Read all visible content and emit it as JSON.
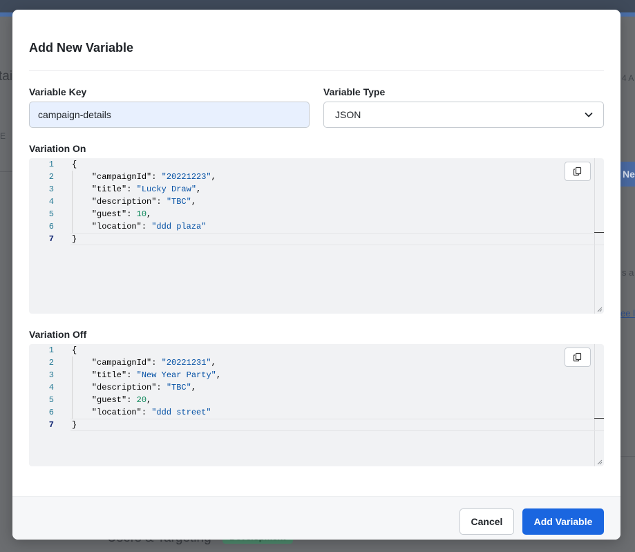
{
  "modal": {
    "title": "Add New Variable",
    "variable_key": {
      "label": "Variable Key",
      "value": "campaign-details"
    },
    "variable_type": {
      "label": "Variable Type",
      "value": "JSON"
    },
    "variation_on": {
      "label": "Variation On",
      "line_numbers": [
        "1",
        "2",
        "3",
        "4",
        "5",
        "6",
        "7"
      ],
      "lines": [
        [
          {
            "t": "p",
            "v": "{"
          }
        ],
        [
          {
            "t": "k",
            "v": "    \"campaignId\": "
          },
          {
            "t": "s",
            "v": "\"20221223\""
          },
          {
            "t": "p",
            "v": ","
          }
        ],
        [
          {
            "t": "k",
            "v": "    \"title\": "
          },
          {
            "t": "s",
            "v": "\"Lucky Draw\""
          },
          {
            "t": "p",
            "v": ","
          }
        ],
        [
          {
            "t": "k",
            "v": "    \"description\": "
          },
          {
            "t": "s",
            "v": "\"TBC\""
          },
          {
            "t": "p",
            "v": ","
          }
        ],
        [
          {
            "t": "k",
            "v": "    \"guest\": "
          },
          {
            "t": "n",
            "v": "10"
          },
          {
            "t": "p",
            "v": ","
          }
        ],
        [
          {
            "t": "k",
            "v": "    \"location\": "
          },
          {
            "t": "s",
            "v": "\"ddd plaza\""
          }
        ],
        [
          {
            "t": "p",
            "v": "}"
          }
        ]
      ]
    },
    "variation_off": {
      "label": "Variation Off",
      "line_numbers": [
        "1",
        "2",
        "3",
        "4",
        "5",
        "6",
        "7"
      ],
      "lines": [
        [
          {
            "t": "p",
            "v": "{"
          }
        ],
        [
          {
            "t": "k",
            "v": "    \"campaignId\": "
          },
          {
            "t": "s",
            "v": "\"20221231\""
          },
          {
            "t": "p",
            "v": ","
          }
        ],
        [
          {
            "t": "k",
            "v": "    \"title\": "
          },
          {
            "t": "s",
            "v": "\"New Year Party\""
          },
          {
            "t": "p",
            "v": ","
          }
        ],
        [
          {
            "t": "k",
            "v": "    \"description\": "
          },
          {
            "t": "s",
            "v": "\"TBC\""
          },
          {
            "t": "p",
            "v": ","
          }
        ],
        [
          {
            "t": "k",
            "v": "    \"guest\": "
          },
          {
            "t": "n",
            "v": "20"
          },
          {
            "t": "p",
            "v": ","
          }
        ],
        [
          {
            "t": "k",
            "v": "    \"location\": "
          },
          {
            "t": "s",
            "v": "\"ddd street\""
          }
        ],
        [
          {
            "t": "p",
            "v": "}"
          }
        ]
      ]
    },
    "footer": {
      "cancel_label": "Cancel",
      "submit_label": "Add Variable"
    }
  },
  "background": {
    "partial_heading_left": "tai",
    "partial_text_right": "4 A",
    "partial_small_left": "E",
    "partial_button_right": "Ne",
    "partial_text_mid_right": "s a",
    "partial_link_right": "ee l",
    "section_heading": "Users & Targeting",
    "env_badge": "Development"
  },
  "colors": {
    "primary": "#1a66e0",
    "editor_bg": "#f1f2f4",
    "input_autofill_bg": "#e8f0fe",
    "json_string": "#0451a5",
    "json_number": "#098658",
    "line_number": "#237893"
  }
}
